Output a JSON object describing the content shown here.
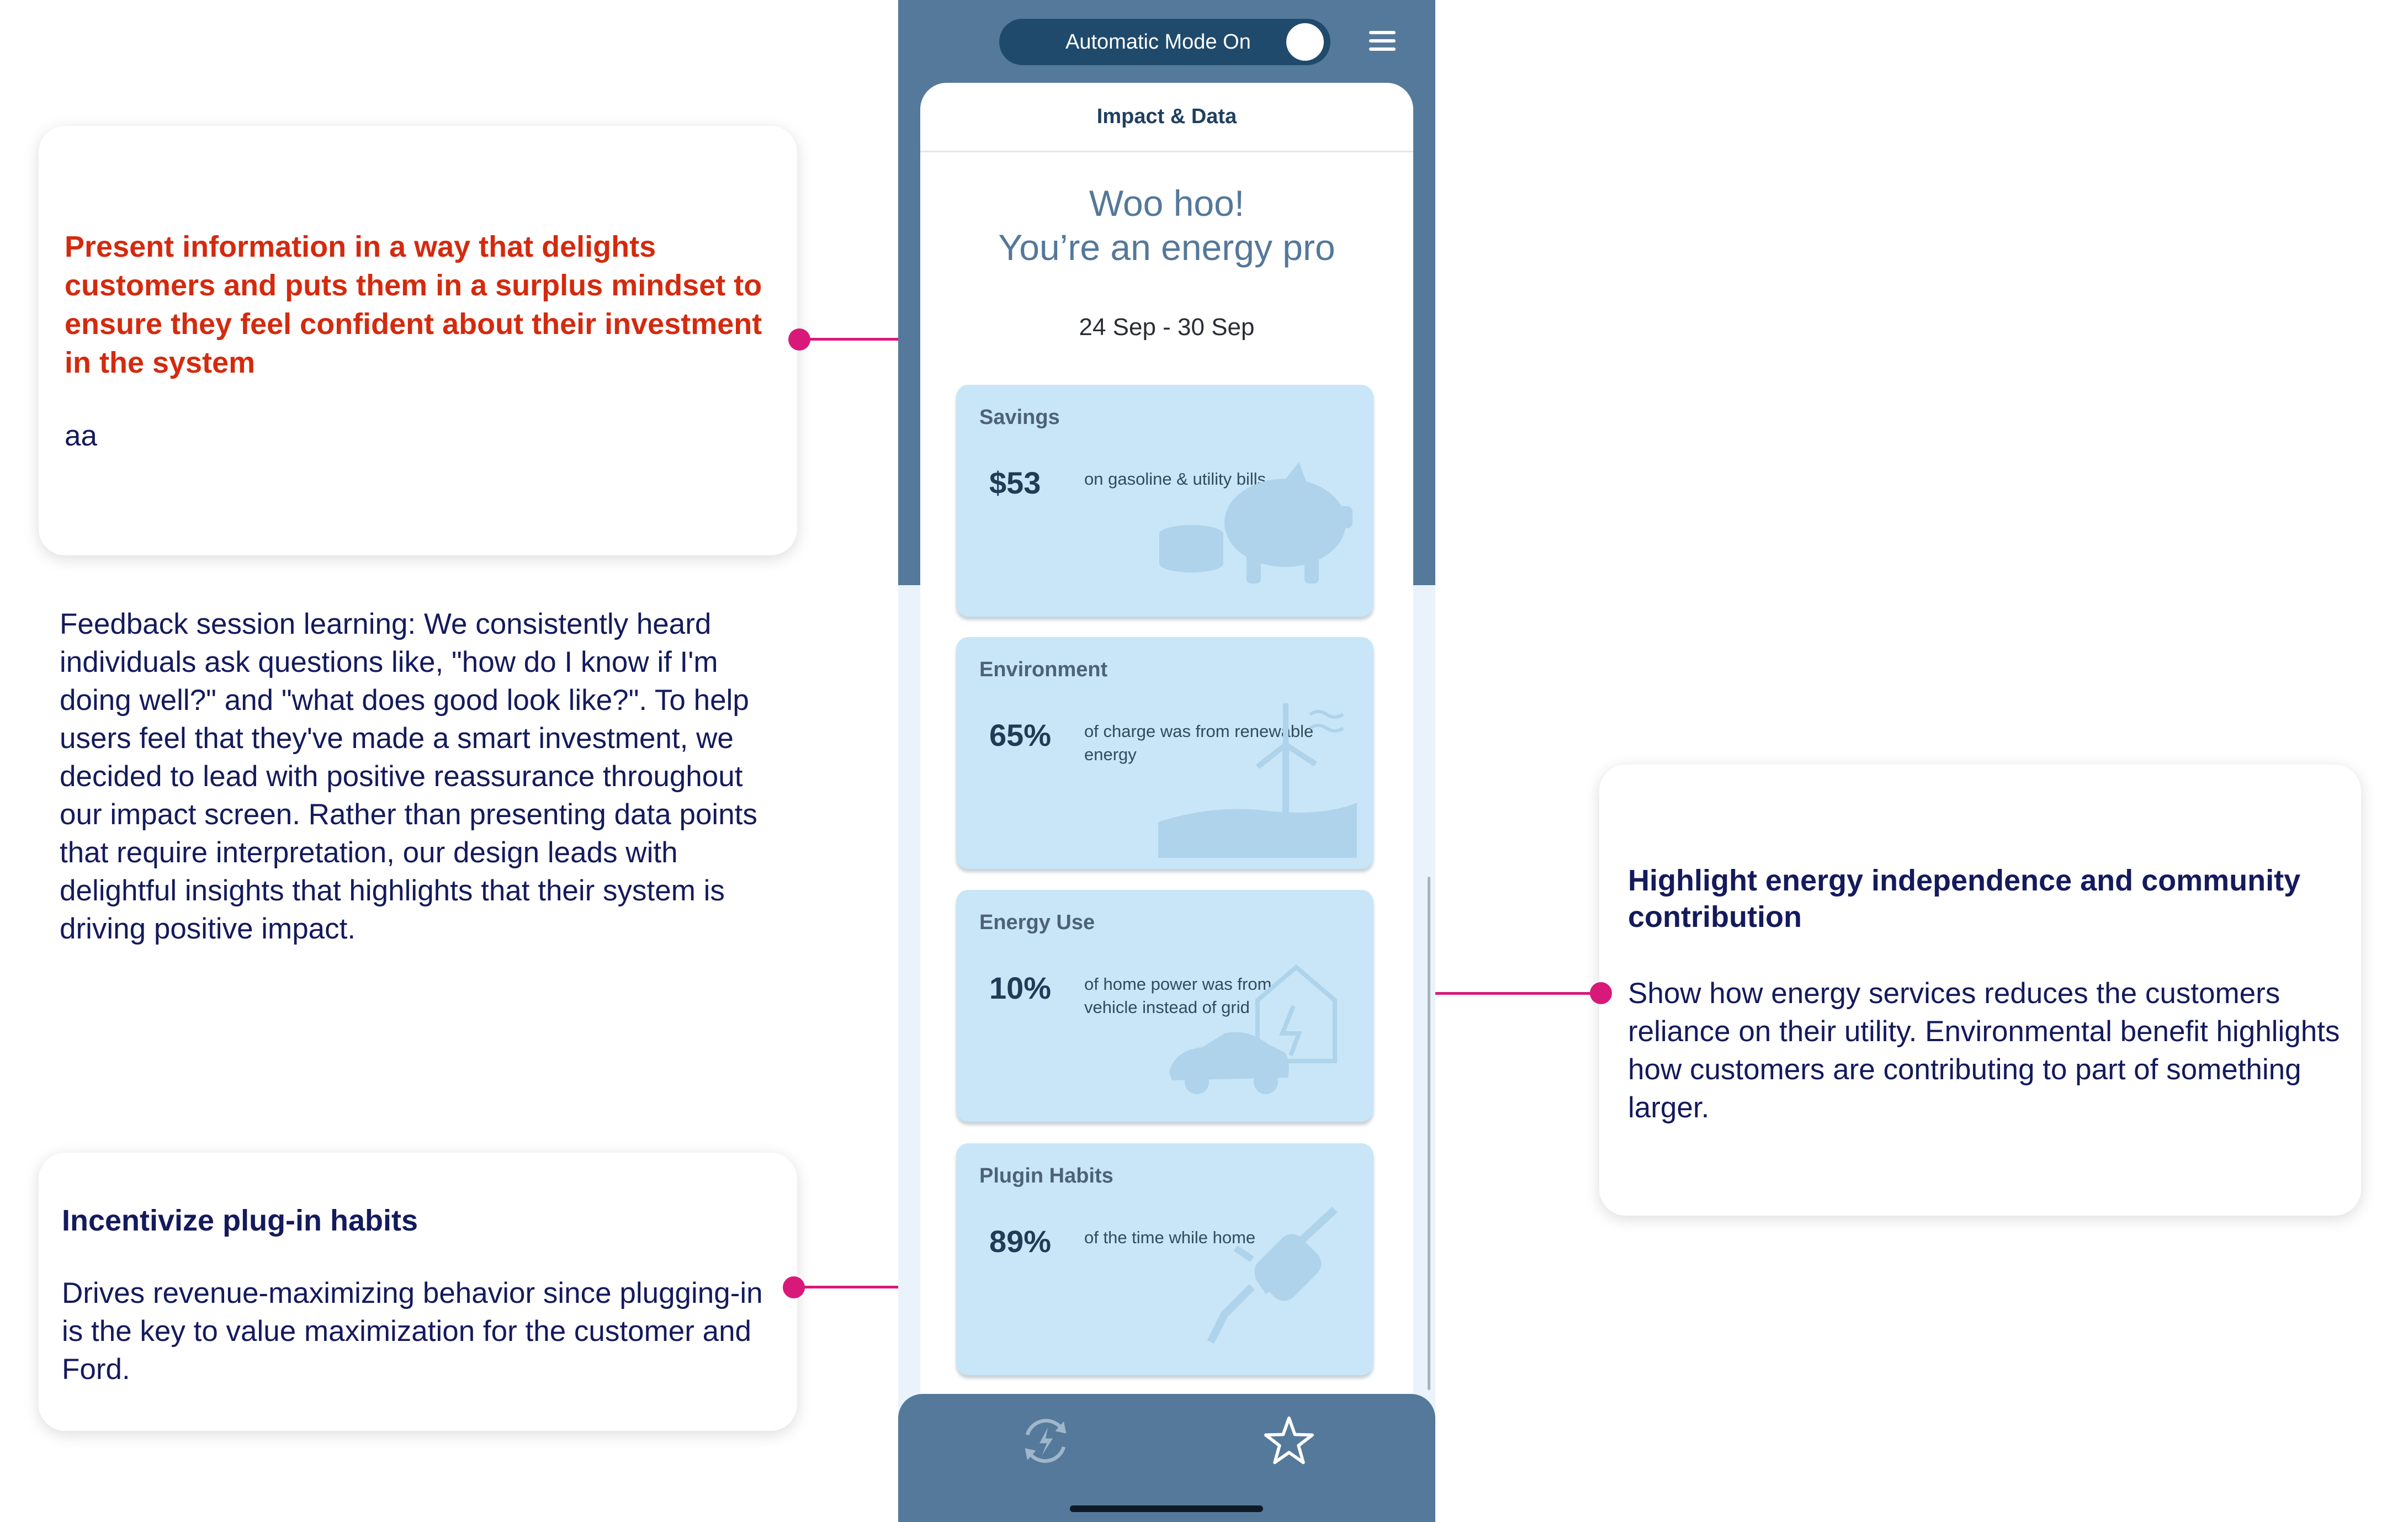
{
  "annotations": {
    "top": {
      "heading": "Present information in a way that delights customers and puts them in a surplus mindset to ensure they feel confident about their investment in the system",
      "note": "aa"
    },
    "feedback": {
      "body": "Feedback session learning: We consistently heard individuals ask questions like, \"how do I know if I'm doing well?\" and \"what does good look like?\". To help users feel that they've made a smart investment, we decided to lead with positive reassurance throughout our impact screen. Rather than presenting data points that require interpretation, our design leads with delightful insights that highlights that their system is driving positive impact."
    },
    "plugin": {
      "heading": "Incentivize plug-in habits",
      "body": "Drives revenue-maximizing behavior since plugging-in is the key to value maximization for the customer and Ford."
    },
    "independence": {
      "heading": "Highlight energy independence and community contribution",
      "body": "Show how energy services reduces the customers reliance on their utility. Environmental benefit highlights how customers are contributing to part of something larger."
    },
    "accent_color": "#d8197a"
  },
  "phone": {
    "mode_toggle_label": "Automatic Mode On",
    "mode_on": true,
    "menu_icon": "hamburger-menu-icon",
    "screen_title": "Impact & Data",
    "greeting_line1": "Woo hoo!",
    "greeting_line2": "You’re an energy pro",
    "date_range": "24 Sep - 30 Sep",
    "metrics": [
      {
        "title": "Savings",
        "value": "$53",
        "desc": "on gasoline & utility bills",
        "icon": "piggy-bank-icon"
      },
      {
        "title": "Environment",
        "value": "65%",
        "desc": "of charge was from renewable energy",
        "icon": "wind-turbine-icon"
      },
      {
        "title": "Energy Use",
        "value": "10%",
        "desc": "of home power was from vehicle instead of grid",
        "icon": "house-car-icon"
      },
      {
        "title": "Plugin Habits",
        "value": "89%",
        "desc": "of the time while home",
        "icon": "plug-icon"
      }
    ],
    "tabbar": {
      "left_icon": "energy-cycle-icon",
      "right_icon": "star-icon"
    },
    "colors": {
      "frame": "#55799a",
      "card": "#c8e6f7",
      "toggle": "#1f4a6b"
    }
  }
}
